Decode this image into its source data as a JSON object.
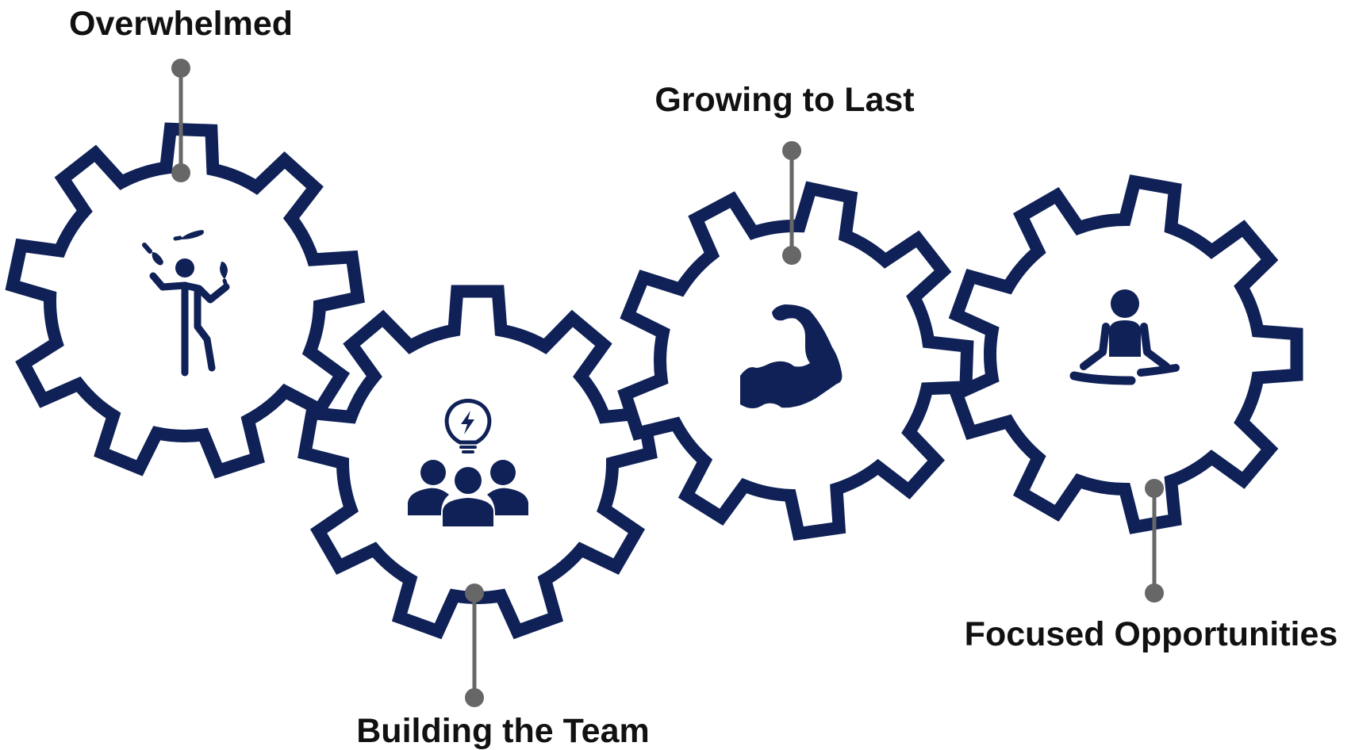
{
  "colors": {
    "gear_outline": "#0f2157",
    "icon": "#0f2157",
    "connector": "#676767",
    "label_text": "#111111",
    "background": "#ffffff"
  },
  "stages": [
    {
      "id": "overwhelmed",
      "label": "Overwhelmed",
      "icon": "juggler-icon"
    },
    {
      "id": "building",
      "label": "Building the Team",
      "icon": "team-idea-icon"
    },
    {
      "id": "growing",
      "label": "Growing to Last",
      "icon": "flexed-arm-icon"
    },
    {
      "id": "focused",
      "label": "Focused Opportunities",
      "icon": "meditation-icon"
    }
  ]
}
